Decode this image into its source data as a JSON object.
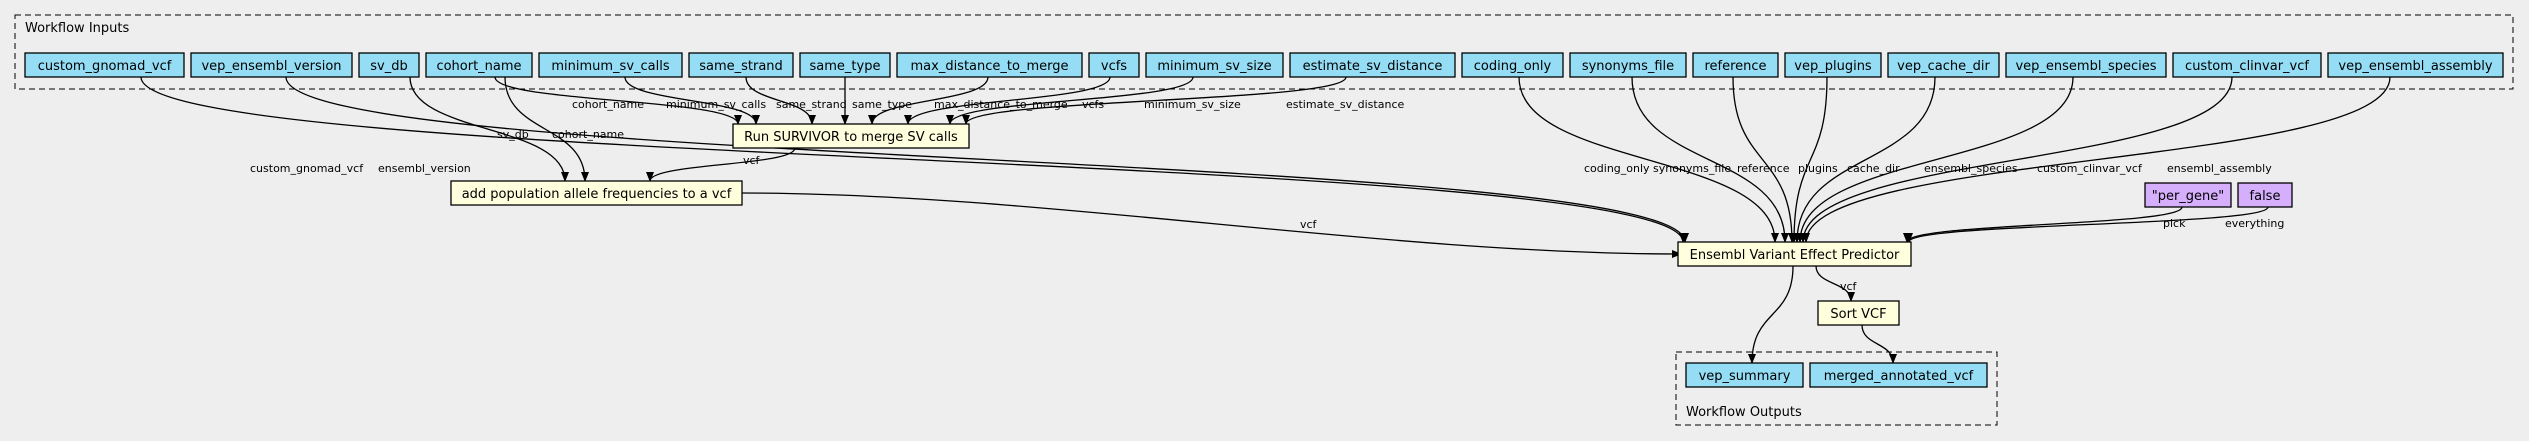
{
  "clusters": {
    "inputs": {
      "label": "Workflow Inputs"
    },
    "outputs": {
      "label": "Workflow Outputs"
    }
  },
  "colors": {
    "background": "#eeeeee",
    "input": "#94ddf4",
    "step": "#ffffdd",
    "constant": "#d5aefc",
    "stroke": "#000000"
  },
  "nodes": [
    {
      "id": "custom_gnomad_vcf",
      "label": "custom_gnomad_vcf",
      "kind": "input"
    },
    {
      "id": "vep_ensembl_version",
      "label": "vep_ensembl_version",
      "kind": "input"
    },
    {
      "id": "sv_db",
      "label": "sv_db",
      "kind": "input"
    },
    {
      "id": "cohort_name",
      "label": "cohort_name",
      "kind": "input"
    },
    {
      "id": "minimum_sv_calls",
      "label": "minimum_sv_calls",
      "kind": "input"
    },
    {
      "id": "same_strand",
      "label": "same_strand",
      "kind": "input"
    },
    {
      "id": "same_type",
      "label": "same_type",
      "kind": "input"
    },
    {
      "id": "max_distance_to_merge",
      "label": "max_distance_to_merge",
      "kind": "input"
    },
    {
      "id": "vcfs",
      "label": "vcfs",
      "kind": "input"
    },
    {
      "id": "minimum_sv_size",
      "label": "minimum_sv_size",
      "kind": "input"
    },
    {
      "id": "estimate_sv_distance",
      "label": "estimate_sv_distance",
      "kind": "input"
    },
    {
      "id": "coding_only",
      "label": "coding_only",
      "kind": "input"
    },
    {
      "id": "synonyms_file",
      "label": "synonyms_file",
      "kind": "input"
    },
    {
      "id": "reference",
      "label": "reference",
      "kind": "input"
    },
    {
      "id": "vep_plugins",
      "label": "vep_plugins",
      "kind": "input"
    },
    {
      "id": "vep_cache_dir",
      "label": "vep_cache_dir",
      "kind": "input"
    },
    {
      "id": "vep_ensembl_species",
      "label": "vep_ensembl_species",
      "kind": "input"
    },
    {
      "id": "custom_clinvar_vcf",
      "label": "custom_clinvar_vcf",
      "kind": "input"
    },
    {
      "id": "vep_ensembl_assembly",
      "label": "vep_ensembl_assembly",
      "kind": "input"
    },
    {
      "id": "survivor",
      "label": "Run SURVIVOR to merge SV calls",
      "kind": "step"
    },
    {
      "id": "add_af",
      "label": "add population allele frequencies to a vcf",
      "kind": "step"
    },
    {
      "id": "per_gene",
      "label": "\"per_gene\"",
      "kind": "constant"
    },
    {
      "id": "false_const",
      "label": "false",
      "kind": "constant"
    },
    {
      "id": "vep",
      "label": "Ensembl Variant Effect Predictor",
      "kind": "step"
    },
    {
      "id": "sort_vcf",
      "label": "Sort VCF",
      "kind": "step"
    },
    {
      "id": "vep_summary",
      "label": "vep_summary",
      "kind": "output"
    },
    {
      "id": "merged_annotated_vcf",
      "label": "merged_annotated_vcf",
      "kind": "output"
    }
  ],
  "edges": [
    {
      "from": "cohort_name",
      "to": "survivor",
      "label": "cohort_name"
    },
    {
      "from": "minimum_sv_calls",
      "to": "survivor",
      "label": "minimum_sv_calls"
    },
    {
      "from": "same_strand",
      "to": "survivor",
      "label": "same_strand"
    },
    {
      "from": "same_type",
      "to": "survivor",
      "label": "same_type"
    },
    {
      "from": "max_distance_to_merge",
      "to": "survivor",
      "label": "max_distance_to_merge"
    },
    {
      "from": "vcfs",
      "to": "survivor",
      "label": "vcfs"
    },
    {
      "from": "minimum_sv_size",
      "to": "survivor",
      "label": "minimum_sv_size"
    },
    {
      "from": "estimate_sv_distance",
      "to": "survivor",
      "label": "estimate_sv_distance"
    },
    {
      "from": "sv_db",
      "to": "add_af",
      "label": "sv_db"
    },
    {
      "from": "cohort_name",
      "to": "add_af",
      "label": "cohort_name"
    },
    {
      "from": "survivor",
      "to": "add_af",
      "label": "vcf"
    },
    {
      "from": "custom_gnomad_vcf",
      "to": "vep",
      "label": "custom_gnomad_vcf"
    },
    {
      "from": "vep_ensembl_version",
      "to": "vep",
      "label": "ensembl_version"
    },
    {
      "from": "add_af",
      "to": "vep",
      "label": "vcf"
    },
    {
      "from": "coding_only",
      "to": "vep",
      "label": "coding_only"
    },
    {
      "from": "synonyms_file",
      "to": "vep",
      "label": "synonyms_file"
    },
    {
      "from": "reference",
      "to": "vep",
      "label": "reference"
    },
    {
      "from": "vep_plugins",
      "to": "vep",
      "label": "plugins"
    },
    {
      "from": "vep_cache_dir",
      "to": "vep",
      "label": "cache_dir"
    },
    {
      "from": "vep_ensembl_species",
      "to": "vep",
      "label": "ensembl_species"
    },
    {
      "from": "custom_clinvar_vcf",
      "to": "vep",
      "label": "custom_clinvar_vcf"
    },
    {
      "from": "vep_ensembl_assembly",
      "to": "vep",
      "label": "ensembl_assembly"
    },
    {
      "from": "per_gene",
      "to": "vep",
      "label": "pick"
    },
    {
      "from": "false_const",
      "to": "vep",
      "label": "everything"
    },
    {
      "from": "vep",
      "to": "sort_vcf",
      "label": "vcf"
    },
    {
      "from": "vep",
      "to": "vep_summary",
      "label": ""
    },
    {
      "from": "sort_vcf",
      "to": "merged_annotated_vcf",
      "label": ""
    }
  ]
}
